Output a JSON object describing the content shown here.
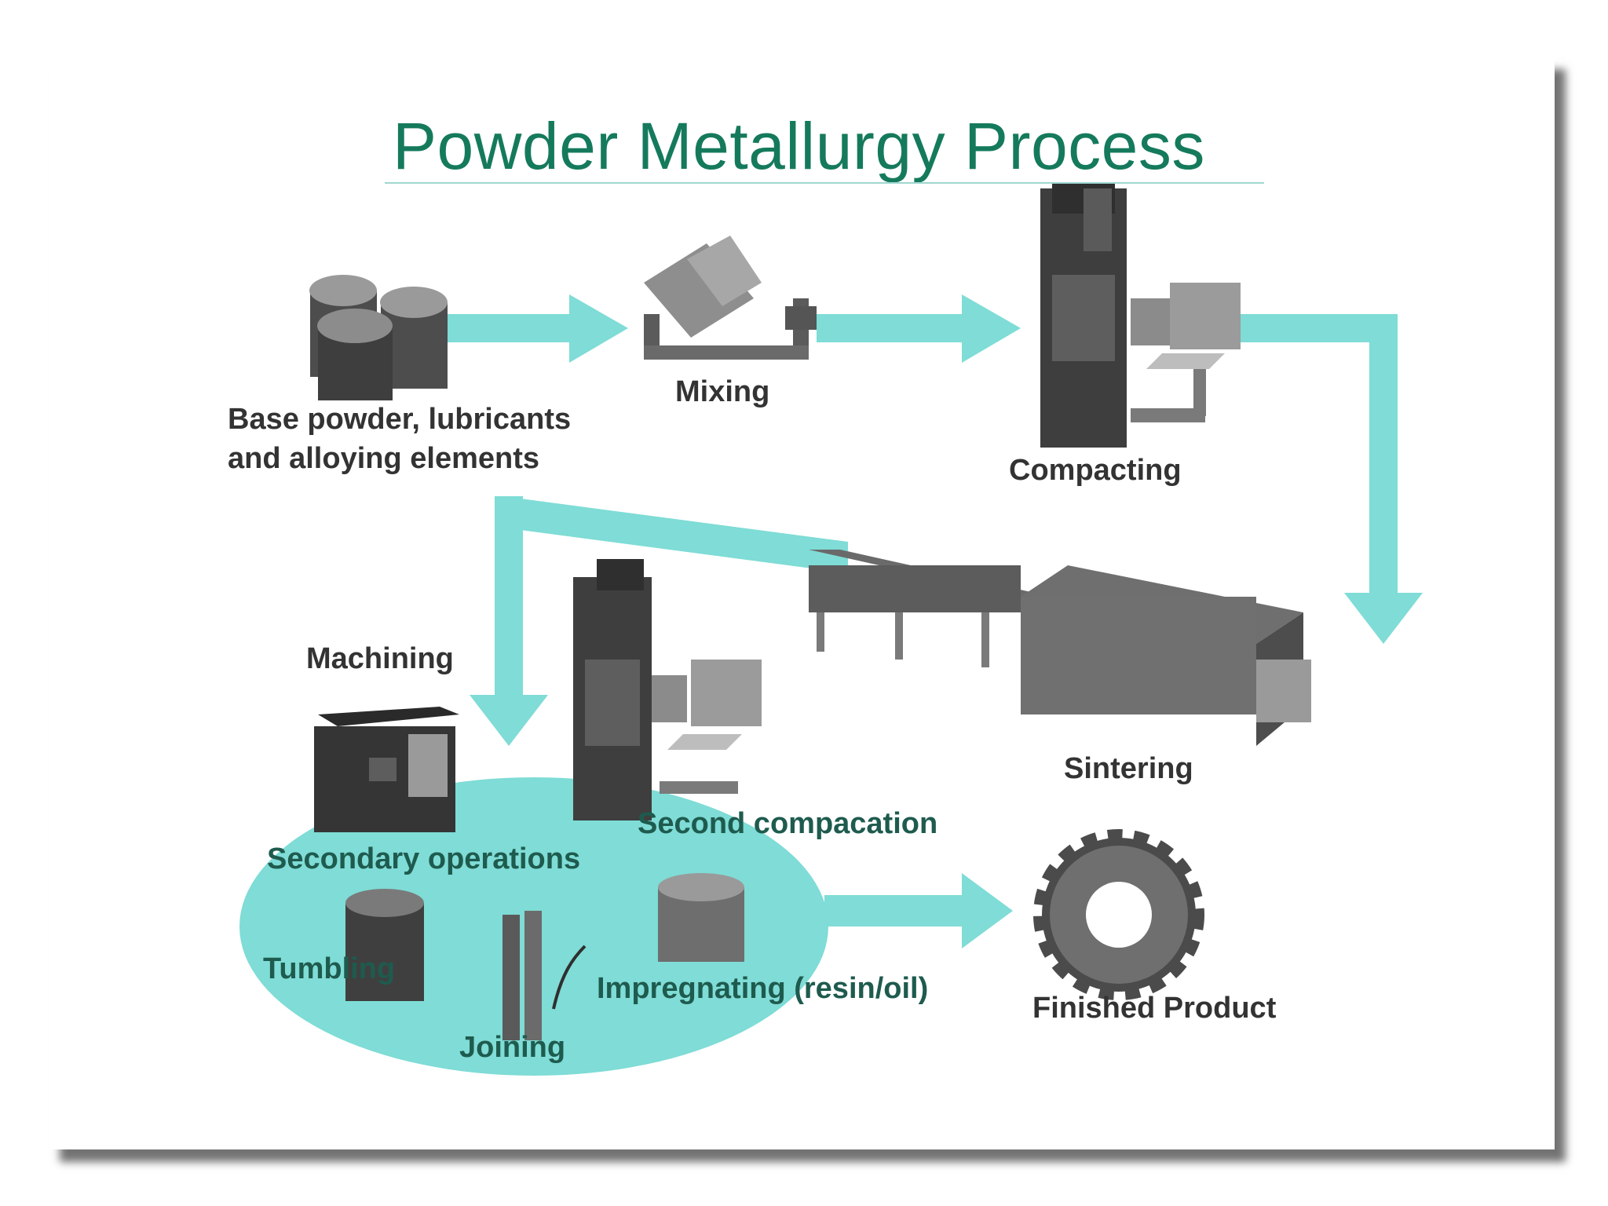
{
  "title": "Powder Metallurgy Process",
  "colors": {
    "arrow": "#7fdcd6",
    "title": "#157a5c",
    "oval": "#7fdcd6",
    "machine": "#4a4a4a"
  },
  "labels": {
    "base_powder_line1": "Base powder, lubricants",
    "base_powder_line2": "and alloying elements",
    "mixing": "Mixing",
    "compacting": "Compacting",
    "sintering": "Sintering",
    "machining": "Machining",
    "second_compaction": "Second compacation",
    "secondary_operations": "Secondary operations",
    "tumbling": "Tumbling",
    "joining": "Joining",
    "impregnating": "Impregnating (resin/oil)",
    "finished_product": "Finished Product"
  }
}
